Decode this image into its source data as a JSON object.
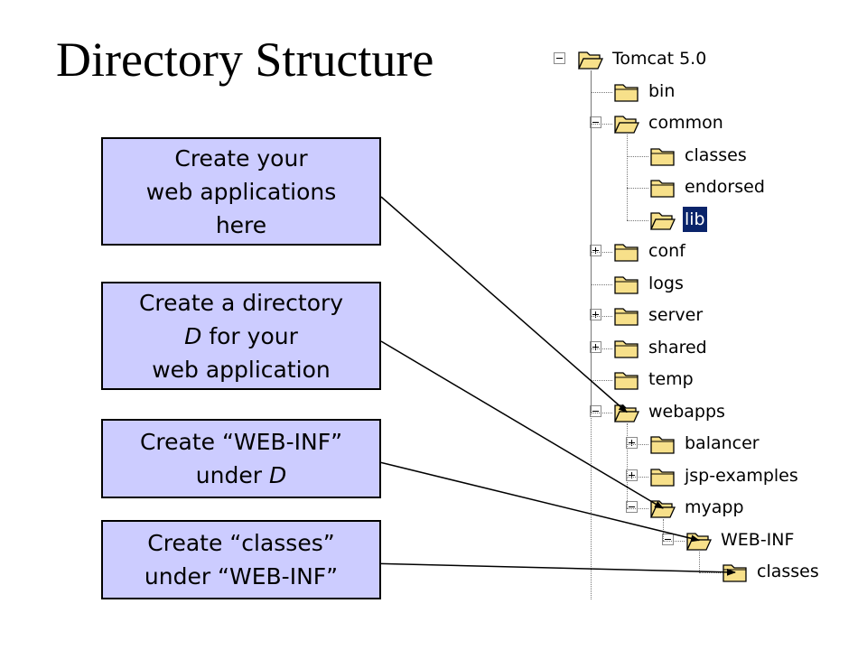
{
  "title": "Directory Structure",
  "callouts": [
    {
      "lines": [
        "Create your",
        "web applications",
        "here"
      ]
    },
    {
      "lines_html_parts": [
        [
          "Create a directory"
        ],
        [
          "D",
          " for your"
        ],
        [
          "web application"
        ]
      ]
    },
    {
      "line1": "Create “WEB-INF”",
      "line2_pre": "under ",
      "line2_em": "D"
    },
    {
      "line1": "Create “classes”",
      "line2": "under “WEB-INF”"
    }
  ],
  "tree": {
    "icon": "folder-icon",
    "folder_color": "#f7e08a",
    "selected_color": "#0a246a",
    "nodes": [
      {
        "label": "Tomcat 5.0",
        "depth": 0,
        "toggle": "minus"
      },
      {
        "label": "bin",
        "depth": 1,
        "toggle": ""
      },
      {
        "label": "common",
        "depth": 1,
        "toggle": "minus"
      },
      {
        "label": "classes",
        "depth": 2,
        "toggle": ""
      },
      {
        "label": "endorsed",
        "depth": 2,
        "toggle": ""
      },
      {
        "label": "lib",
        "depth": 2,
        "toggle": "",
        "selected": true,
        "open": true
      },
      {
        "label": "conf",
        "depth": 1,
        "toggle": "plus"
      },
      {
        "label": "logs",
        "depth": 1,
        "toggle": ""
      },
      {
        "label": "server",
        "depth": 1,
        "toggle": "plus"
      },
      {
        "label": "shared",
        "depth": 1,
        "toggle": "plus"
      },
      {
        "label": "temp",
        "depth": 1,
        "toggle": ""
      },
      {
        "label": "webapps",
        "depth": 1,
        "toggle": "minus"
      },
      {
        "label": "balancer",
        "depth": 2,
        "toggle": "plus"
      },
      {
        "label": "jsp-examples",
        "depth": 2,
        "toggle": "plus"
      },
      {
        "label": "myapp",
        "depth": 2,
        "toggle": "minus"
      },
      {
        "label": "WEB-INF",
        "depth": 3,
        "toggle": "minus"
      },
      {
        "label": "classes",
        "depth": 4,
        "toggle": ""
      }
    ]
  },
  "arrows": [
    {
      "from": "callout-create-webapps-here",
      "to": "tree-node-webapps"
    },
    {
      "from": "callout-create-directory-d",
      "to": "tree-node-myapp"
    },
    {
      "from": "callout-create-web-inf",
      "to": "tree-node-web-inf"
    },
    {
      "from": "callout-create-classes",
      "to": "tree-node-classes"
    }
  ]
}
